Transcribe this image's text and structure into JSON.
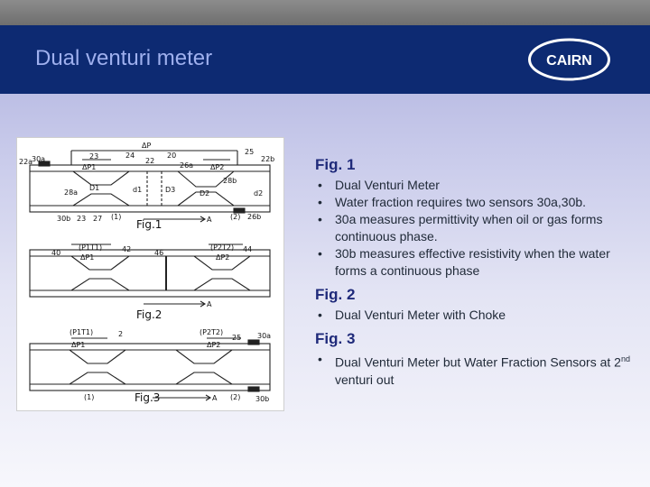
{
  "header": {
    "title": "Dual venturi meter",
    "logo_text": "CAIRN"
  },
  "figure_panel": {
    "fig1_caption": "Fig.1",
    "fig2_caption": "Fig.2",
    "fig3_caption": "Fig.3",
    "labels_fig1": [
      "ΔP",
      "22a",
      "30a",
      "23",
      "24",
      "22",
      "20",
      "26a",
      "25",
      "22b",
      "ΔP1",
      "ΔP2",
      "28b",
      "D1",
      "d1",
      "D3",
      "D2",
      "d2",
      "28a",
      "26b",
      "30b",
      "23",
      "27",
      "(1)",
      "(2)",
      "A"
    ],
    "labels_fig2": [
      "40",
      "(P1T1)",
      "ΔP1",
      "42",
      "46",
      "(P2T2)",
      "ΔP2",
      "44",
      "A"
    ],
    "labels_fig3": [
      "(P1T1)",
      "ΔP1",
      "2",
      "(P2T2)",
      "ΔP2",
      "25",
      "30a",
      "(1)",
      "A",
      "(2)",
      "30b"
    ]
  },
  "sections": [
    {
      "title": "Fig. 1",
      "bullets": [
        "Dual Venturi Meter",
        "Water fraction requires two sensors 30a,30b.",
        "30a measures permittivity when oil or gas forms continuous phase.",
        "30b measures effective resistivity when the water forms a continuous phase"
      ]
    },
    {
      "title": "Fig. 2",
      "bullets": [
        "Dual Venturi Meter with Choke"
      ]
    },
    {
      "title": "Fig. 3",
      "bullets_rich": {
        "b1_pre": "Dual Venturi Meter but Water Fraction Sensors at 2",
        "b1_sup": "nd",
        "b1_post": " venturi out"
      }
    }
  ],
  "bullet_glyph": "•"
}
